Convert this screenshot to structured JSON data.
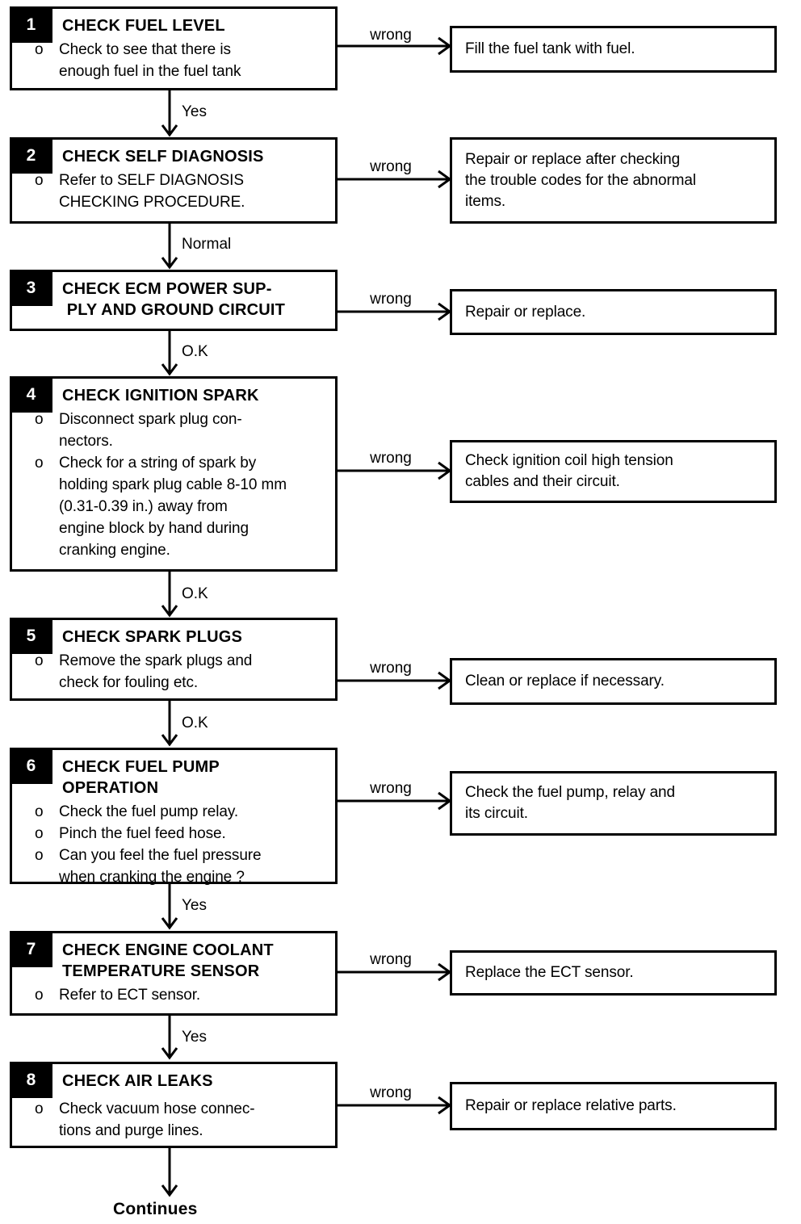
{
  "colors": {
    "ink": "#000000",
    "paper": "#ffffff"
  },
  "labels": {
    "bullet_marker": "o",
    "continues": "Continues"
  },
  "steps": [
    {
      "number": "1",
      "title": "CHECK FUEL LEVEL",
      "bullets": [
        "Check to see that there is\nenough fuel in the fuel tank"
      ],
      "result_label": "Yes",
      "branch_label": "wrong",
      "action": "Fill the fuel tank with fuel."
    },
    {
      "number": "2",
      "title": "CHECK SELF DIAGNOSIS",
      "bullets": [
        "Refer to SELF DIAGNOSIS\nCHECKING PROCEDURE."
      ],
      "result_label": "Normal",
      "branch_label": "wrong",
      "action": "Repair or replace after checking\nthe trouble codes for the abnormal\nitems."
    },
    {
      "number": "3",
      "title": "CHECK ECM POWER SUP-\n PLY AND GROUND CIRCUIT",
      "bullets": [],
      "result_label": "O.K",
      "branch_label": "wrong",
      "action": "Repair or replace."
    },
    {
      "number": "4",
      "title": "CHECK IGNITION SPARK",
      "bullets": [
        "Disconnect spark plug con-\nnectors.",
        "Check for a string of spark by\nholding spark plug cable 8-10 mm\n(0.31-0.39 in.) away from\nengine block by hand during\ncranking engine."
      ],
      "result_label": "O.K",
      "branch_label": "wrong",
      "action": "Check ignition coil high tension\ncables and their circuit."
    },
    {
      "number": "5",
      "title": "CHECK SPARK PLUGS",
      "bullets": [
        "Remove the spark plugs and\ncheck for fouling etc."
      ],
      "result_label": "O.K",
      "branch_label": "wrong",
      "action": "Clean or replace if necessary."
    },
    {
      "number": "6",
      "title": "CHECK FUEL PUMP\nOPERATION",
      "bullets": [
        "Check the fuel pump relay.",
        "Pinch the fuel feed hose.",
        "Can you feel the fuel pressure\nwhen cranking the engine ?"
      ],
      "result_label": "Yes",
      "branch_label": "wrong",
      "action": "Check the fuel pump, relay and\nits circuit."
    },
    {
      "number": "7",
      "title": "CHECK ENGINE COOLANT\nTEMPERATURE SENSOR",
      "bullets": [
        "Refer to ECT sensor."
      ],
      "result_label": "Yes",
      "branch_label": "wrong",
      "action": "Replace the ECT sensor."
    },
    {
      "number": "8",
      "title": "CHECK AIR LEAKS",
      "bullets": [
        "Check vacuum hose connec-\ntions and purge lines."
      ],
      "result_label": "",
      "branch_label": "wrong",
      "action": "Repair or replace relative parts."
    }
  ]
}
